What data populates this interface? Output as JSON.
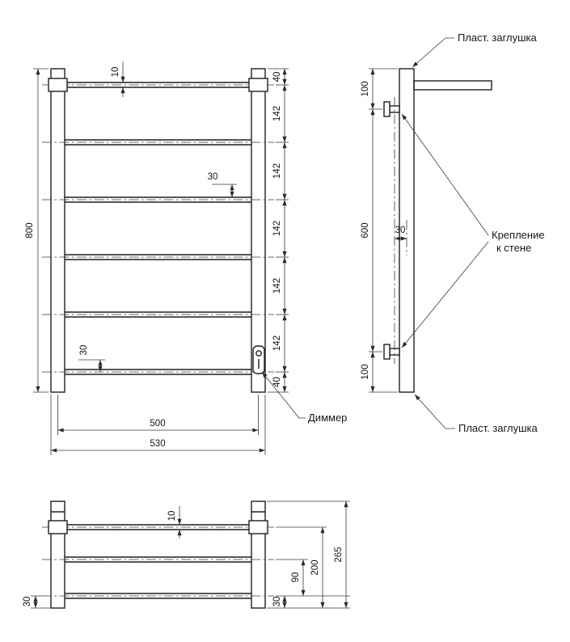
{
  "front": {
    "overall_height": "800",
    "tube_diameter": "10",
    "chain": [
      "40",
      "142",
      "142",
      "142",
      "142",
      "142",
      "40"
    ],
    "mid_gap": "30",
    "bottom_gap": "30",
    "width_centers": "500",
    "width_overall": "530",
    "dimmer_label": "Диммер"
  },
  "side": {
    "top_offset": "100",
    "mount_span": "600",
    "bottom_offset": "100",
    "bracket_offset": "30",
    "plug_top": "Пласт. заглушка",
    "plug_bottom": "Пласт. заглушка",
    "wall_mount_line1": "Крепление",
    "wall_mount_line2": "к стене"
  },
  "plan": {
    "tube_diameter": "10",
    "depth_overall": "265",
    "depth_200": "200",
    "depth_90": "90",
    "offset_right": "30",
    "offset_left": "30"
  }
}
